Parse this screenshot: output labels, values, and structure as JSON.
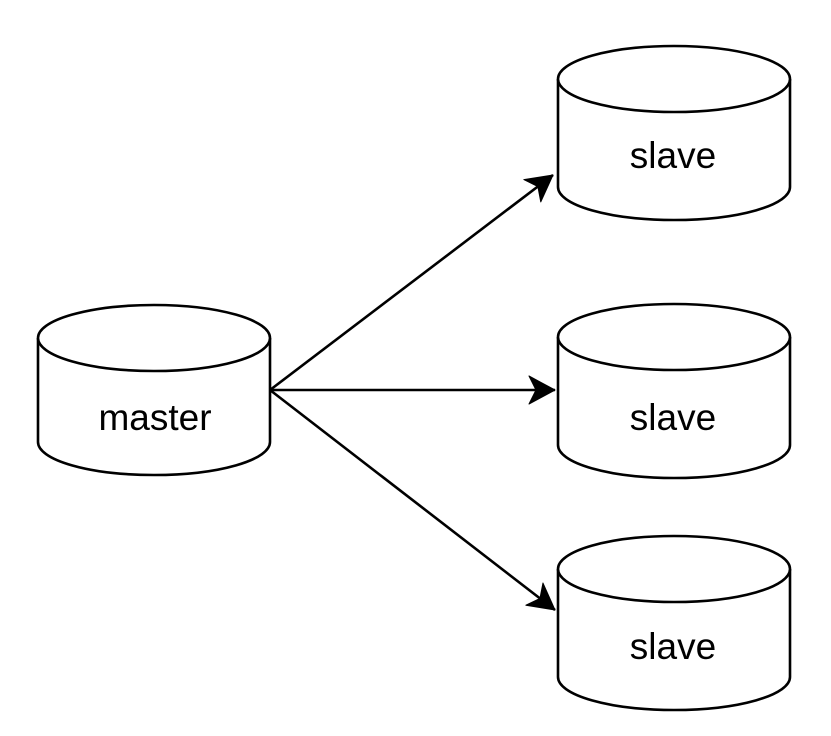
{
  "diagram": {
    "description": "master-slave database replication diagram",
    "background_color": "#ffffff",
    "line_color": "#000000",
    "node_fill_color": "#ffffff",
    "nodes": [
      {
        "id": "master",
        "label": "master",
        "shape": "database-cylinder"
      },
      {
        "id": "slave-1",
        "label": "slave",
        "shape": "database-cylinder"
      },
      {
        "id": "slave-2",
        "label": "slave",
        "shape": "database-cylinder"
      },
      {
        "id": "slave-3",
        "label": "slave",
        "shape": "database-cylinder"
      }
    ],
    "edges": [
      {
        "from": "master",
        "to": "slave-1",
        "style": "solid",
        "arrowhead": "notched-triangle"
      },
      {
        "from": "master",
        "to": "slave-2",
        "style": "solid",
        "arrowhead": "notched-triangle"
      },
      {
        "from": "master",
        "to": "slave-3",
        "style": "solid",
        "arrowhead": "notched-triangle"
      }
    ]
  }
}
